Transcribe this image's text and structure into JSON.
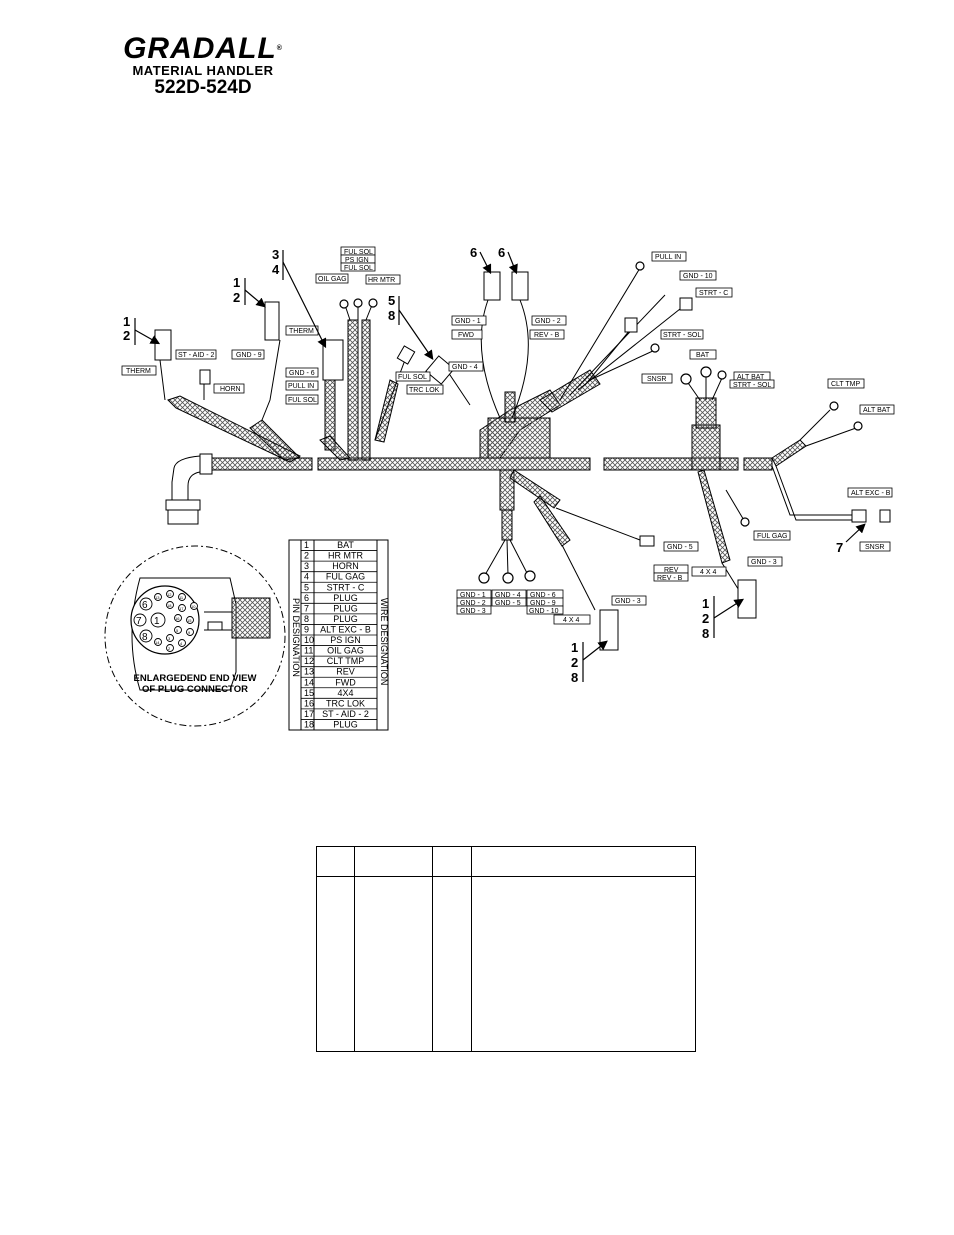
{
  "brand": {
    "name": "GRADALL",
    "reg": "®",
    "subtitle": "MATERIAL HANDLER",
    "model": "522D-524D"
  },
  "labels": {
    "st_aid_2": "ST - AID - 2",
    "therm_left": "THERM",
    "horn": "HORN",
    "gnd_9": "GND - 9",
    "therm_mid": "THERM",
    "gnd_6": "GND - 6",
    "pull_in_left": "PULL IN",
    "ful_sol_left": "FUL SOL",
    "oil_gag": "OIL GAG",
    "ful_sol_top1": "FUL SOL",
    "ps_ign": "PS IGN",
    "ful_sol_top2": "FUL SOL",
    "hr_mtr": "HR MTR",
    "ful_sol_mid": "FUL SOL",
    "trc_lok": "TRC LOK",
    "gnd_4": "GND - 4",
    "gnd_1": "GND - 1",
    "fwd": "FWD",
    "gnd_2": "GND - 2",
    "rev_b": "REV - B",
    "pull_in_right": "PULL IN",
    "gnd_10": "GND - 10",
    "strt_c": "STRT - C",
    "strt_sol": "STRT - SOL",
    "bat": "BAT",
    "snsr_top": "SNSR",
    "alt_bat_top": "ALT BAT",
    "strt_sol_2": "STRT - SOL",
    "clt_tmp": "CLT TMP",
    "alt_bat_right": "ALT BAT",
    "alt_exc_b": "ALT EXC - B",
    "snsr_right": "SNSR",
    "ful_gag": "FUL GAG",
    "gnd_3_right": "GND - 3",
    "four_x_four_right": "4 X 4",
    "gnd_5": "GND - 5",
    "rev": "REV",
    "rev_b2": "REV - B",
    "gnd_3_mid": "GND - 3",
    "four_x_four_mid": "4 X 4",
    "br_gnd_1": "GND - 1",
    "br_gnd_2": "GND - 2",
    "br_gnd_3": "GND - 3",
    "br_gnd_4": "GND - 4",
    "br_gnd_5": "GND - 5",
    "br_gnd_6": "GND - 6",
    "br_gnd_9": "GND - 9",
    "br_gnd_10": "GND - 10"
  },
  "callouts": {
    "c_12_a": [
      "1",
      "2"
    ],
    "c_12_b": [
      "1",
      "2"
    ],
    "c_34": [
      "3",
      "4"
    ],
    "c_58": [
      "5",
      "8"
    ],
    "c_6a": "6",
    "c_6b": "6",
    "c_7": "7",
    "c_128_a": [
      "1",
      "2",
      "8"
    ],
    "c_128_b": [
      "1",
      "2",
      "8"
    ]
  },
  "plug_view": {
    "caption_line1": "ENLARGEDEND END VIEW",
    "caption_line2": "OF PLUG CONNECTOR",
    "pins_big": [
      "6",
      "7",
      "1",
      "8"
    ],
    "pins_small": [
      "13",
      "12",
      "11",
      "18",
      "17",
      "10",
      "16",
      "15",
      "9",
      "5",
      "4",
      "3",
      "2",
      "14"
    ]
  },
  "pin_table": {
    "left_header": "PIN DESIGNATION",
    "right_header": "WIRE DESIGNATION",
    "rows": [
      {
        "pin": "1",
        "wire": "BAT"
      },
      {
        "pin": "2",
        "wire": "HR MTR"
      },
      {
        "pin": "3",
        "wire": "HORN"
      },
      {
        "pin": "4",
        "wire": "FUL GAG"
      },
      {
        "pin": "5",
        "wire": "STRT - C"
      },
      {
        "pin": "6",
        "wire": "PLUG"
      },
      {
        "pin": "7",
        "wire": "PLUG"
      },
      {
        "pin": "8",
        "wire": "PLUG"
      },
      {
        "pin": "9",
        "wire": "ALT EXC - B"
      },
      {
        "pin": "10",
        "wire": "PS IGN"
      },
      {
        "pin": "11",
        "wire": "OIL GAG"
      },
      {
        "pin": "12",
        "wire": "CLT TMP"
      },
      {
        "pin": "13",
        "wire": "REV"
      },
      {
        "pin": "14",
        "wire": "FWD"
      },
      {
        "pin": "15",
        "wire": "4X4"
      },
      {
        "pin": "16",
        "wire": "TRC LOK"
      },
      {
        "pin": "17",
        "wire": "ST - AID - 2"
      },
      {
        "pin": "18",
        "wire": "PLUG"
      }
    ]
  },
  "colors": {
    "ink": "#000000",
    "paper": "#ffffff",
    "hatch": "#555555"
  }
}
